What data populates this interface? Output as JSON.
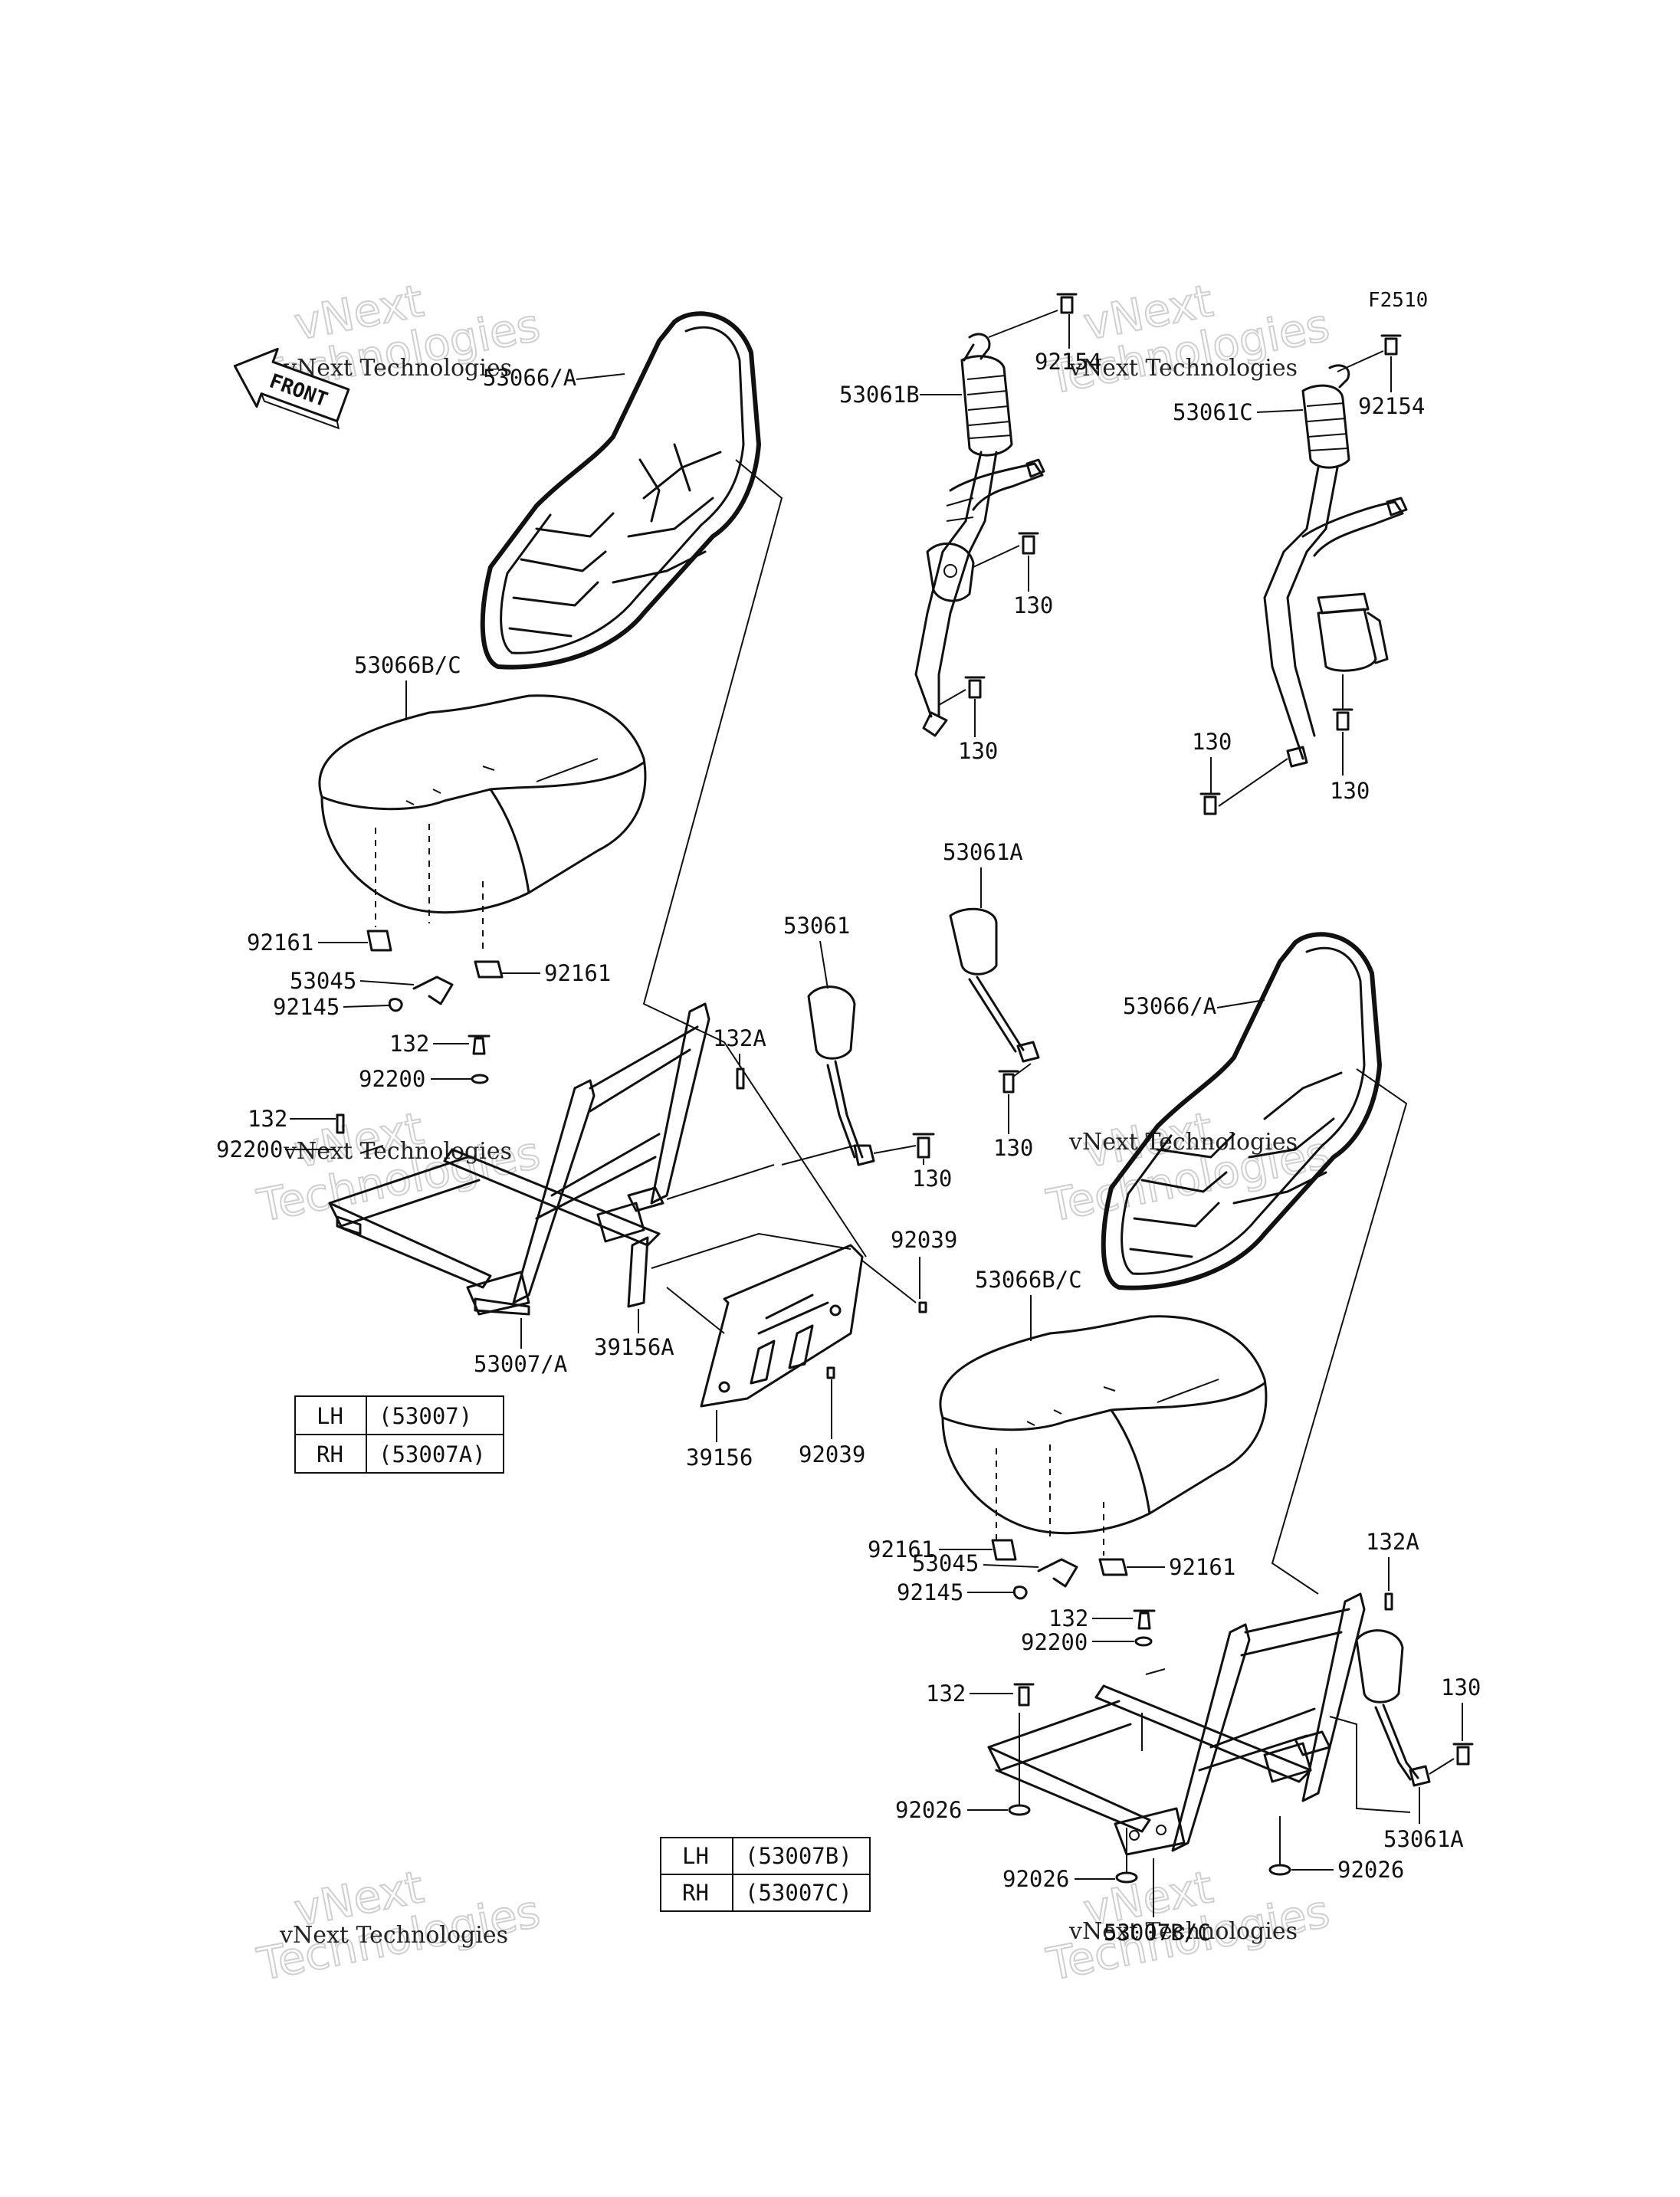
{
  "figure_code": "F2510",
  "front_arrow": "FRONT",
  "watermark": {
    "line1": "vNext Technologies",
    "big1": "vNext",
    "big2": "Technologies"
  },
  "labels": {
    "backrest_lh": "53066/A",
    "cushion_lh": "53066B/C",
    "bracket_lh_a": "92161",
    "bracket_lh_b": "92161",
    "latch_lh": "53045",
    "spring_lh": "92145",
    "bolt_132_lh_a": "132",
    "washer_lh_a": "92200",
    "bolt_132_lh_b": "132",
    "washer_lh_b": "92200",
    "bolt_132a_lh": "132A",
    "frame_lh": "53007/A",
    "cover_pad": "39156A",
    "cover": "39156",
    "clip_top": "92039",
    "clip_bottom": "92039",
    "buckle_lh": "53061",
    "bolt_130_buckle_lh": "130",
    "buckle_a": "53061A",
    "bolt_130_buckle_a": "130",
    "belt_b": "53061B",
    "bolt_92154_b": "92154",
    "bolt_130_b1": "130",
    "bolt_130_b2": "130",
    "belt_c": "53061C",
    "bolt_92154_c": "92154",
    "bolt_130_c1": "130",
    "bolt_130_c2": "130",
    "backrest_rh": "53066/A",
    "cushion_rh": "53066B/C",
    "bracket_rh_a": "92161",
    "bracket_rh_b": "92161",
    "latch_rh": "53045",
    "spring_rh": "92145",
    "bolt_132a_rh": "132A",
    "bolt_132_rh_a": "132",
    "washer_rh": "92200",
    "bolt_132_rh_b": "132",
    "washer_92026_a": "92026",
    "washer_92026_b": "92026",
    "washer_92026_c": "92026",
    "frame_rh": "53007B/C",
    "buckle_rh": "53061A",
    "bolt_130_rh": "130"
  },
  "table_1": {
    "rows": [
      [
        "LH",
        "(53007)"
      ],
      [
        "RH",
        "(53007A)"
      ]
    ]
  },
  "table_2": {
    "rows": [
      [
        "LH",
        "(53007B)"
      ],
      [
        "RH",
        "(53007C)"
      ]
    ]
  }
}
